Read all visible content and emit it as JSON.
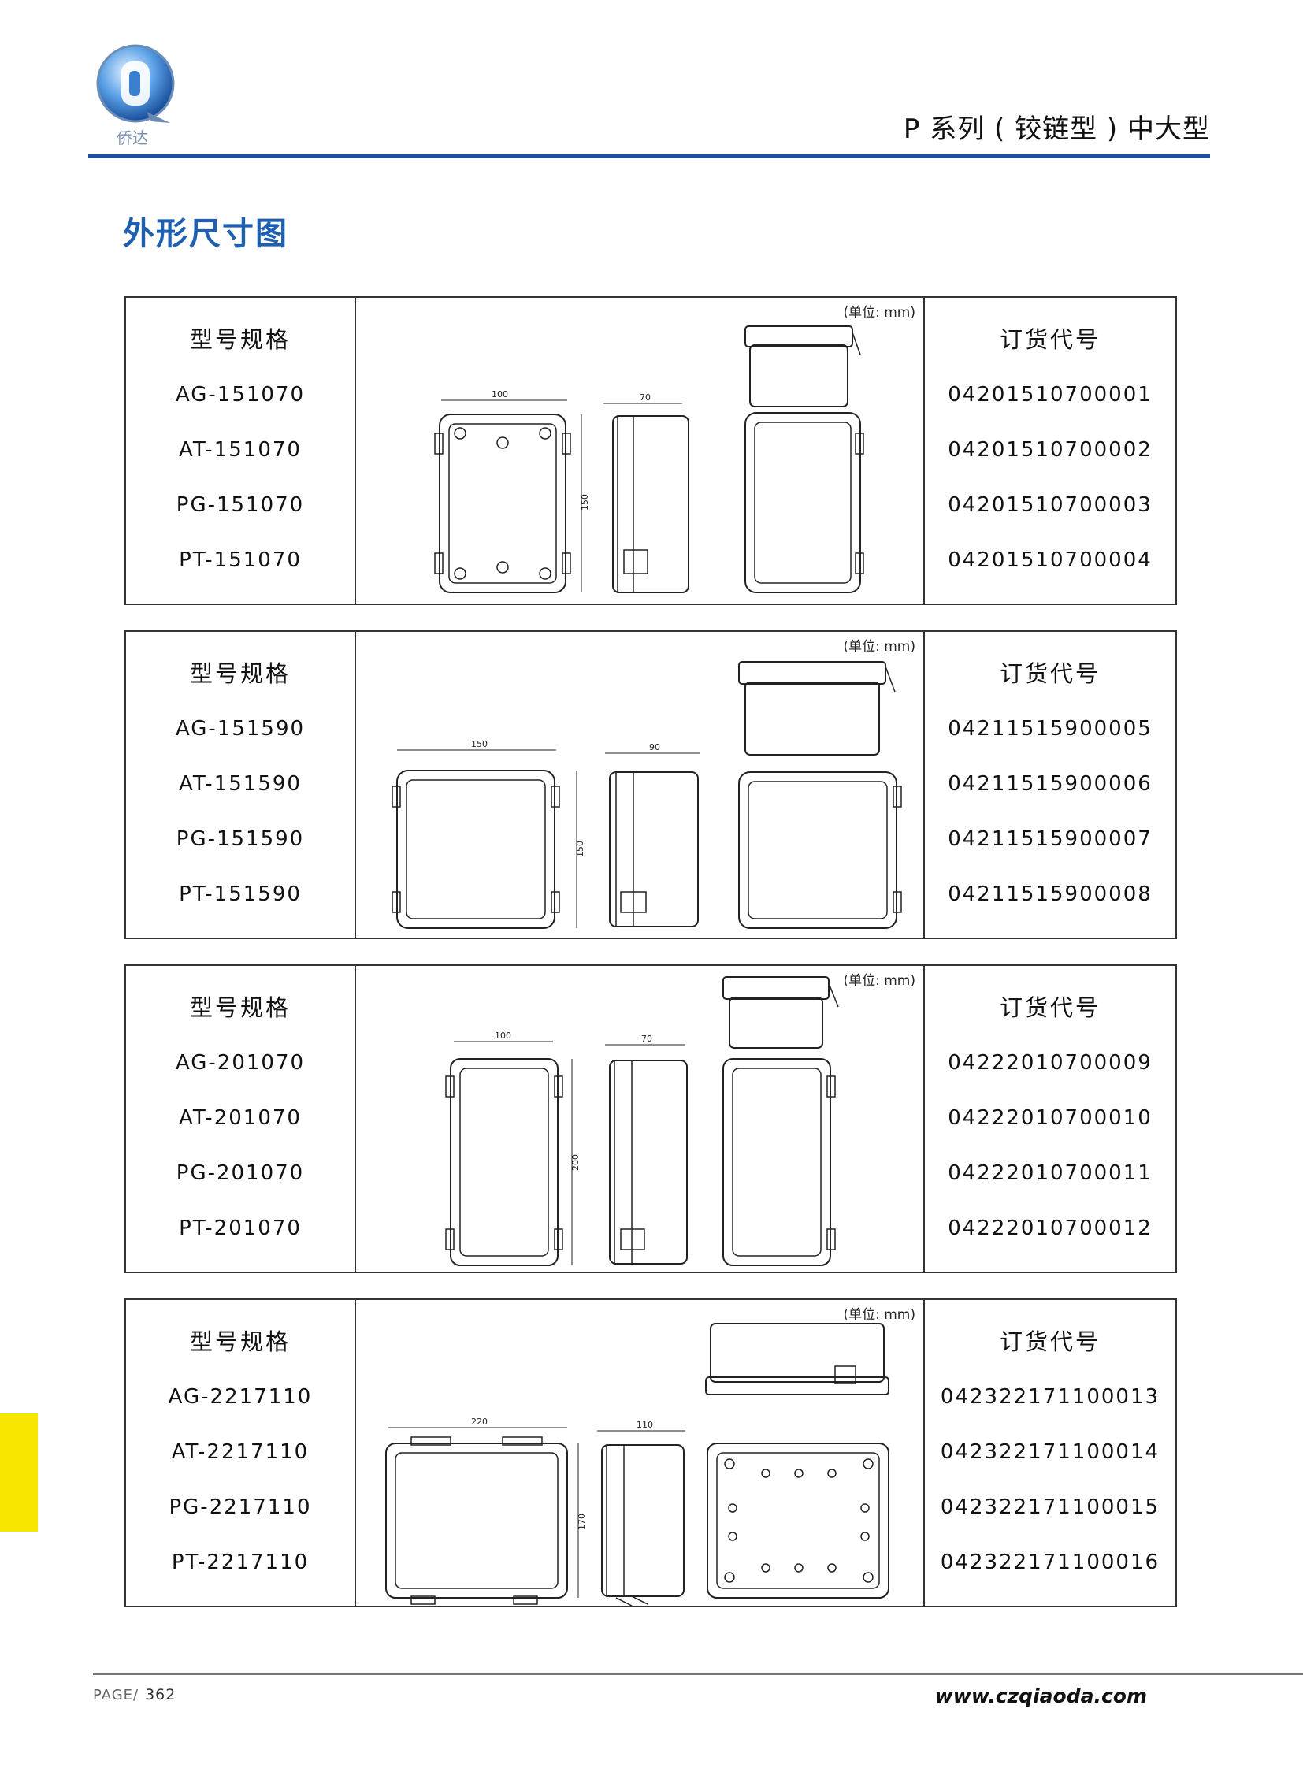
{
  "header": {
    "logo_text": "侨达",
    "series_title": "P 系列 ( 铰链型 ) 中大型"
  },
  "section_title": "外形尺寸图",
  "tables": [
    {
      "model_header": "型号规格",
      "code_header": "订货代号",
      "unit": "(单位: mm)",
      "rows": [
        {
          "model": "AG-151070",
          "code": "04201510700001"
        },
        {
          "model": "AT-151070",
          "code": "04201510700002"
        },
        {
          "model": "PG-151070",
          "code": "04201510700003"
        },
        {
          "model": "PT-151070",
          "code": "04201510700004"
        }
      ],
      "dims": {
        "width": "100",
        "depth": "70",
        "height": "150"
      }
    },
    {
      "model_header": "型号规格",
      "code_header": "订货代号",
      "unit": "(单位: mm)",
      "rows": [
        {
          "model": "AG-151590",
          "code": "04211515900005"
        },
        {
          "model": "AT-151590",
          "code": "04211515900006"
        },
        {
          "model": "PG-151590",
          "code": "04211515900007"
        },
        {
          "model": "PT-151590",
          "code": "04211515900008"
        }
      ],
      "dims": {
        "width": "150",
        "depth": "90",
        "height": "150"
      }
    },
    {
      "model_header": "型号规格",
      "code_header": "订货代号",
      "unit": "(单位: mm)",
      "rows": [
        {
          "model": "AG-201070",
          "code": "04222010700009"
        },
        {
          "model": "AT-201070",
          "code": "04222010700010"
        },
        {
          "model": "PG-201070",
          "code": "04222010700011"
        },
        {
          "model": "PT-201070",
          "code": "04222010700012"
        }
      ],
      "dims": {
        "width": "100",
        "depth": "70",
        "height": "200"
      }
    },
    {
      "model_header": "型号规格",
      "code_header": "订货代号",
      "unit": "(单位: mm)",
      "rows": [
        {
          "model": "AG-2217110",
          "code": "042322171100013"
        },
        {
          "model": "AT-2217110",
          "code": "042322171100014"
        },
        {
          "model": "PG-2217110",
          "code": "042322171100015"
        },
        {
          "model": "PT-2217110",
          "code": "042322171100016"
        }
      ],
      "dims": {
        "width": "220",
        "depth": "110",
        "height": "170"
      }
    }
  ],
  "footer": {
    "page_label": "PAGE/",
    "page_number": "362",
    "website": "www.czqiaoda.com"
  },
  "colors": {
    "brand_blue": "#1f5fb0",
    "rule_blue": "#1f4e9a",
    "tab_yellow": "#f7e600"
  },
  "icons": [
    "qiaoda-logo-icon"
  ]
}
